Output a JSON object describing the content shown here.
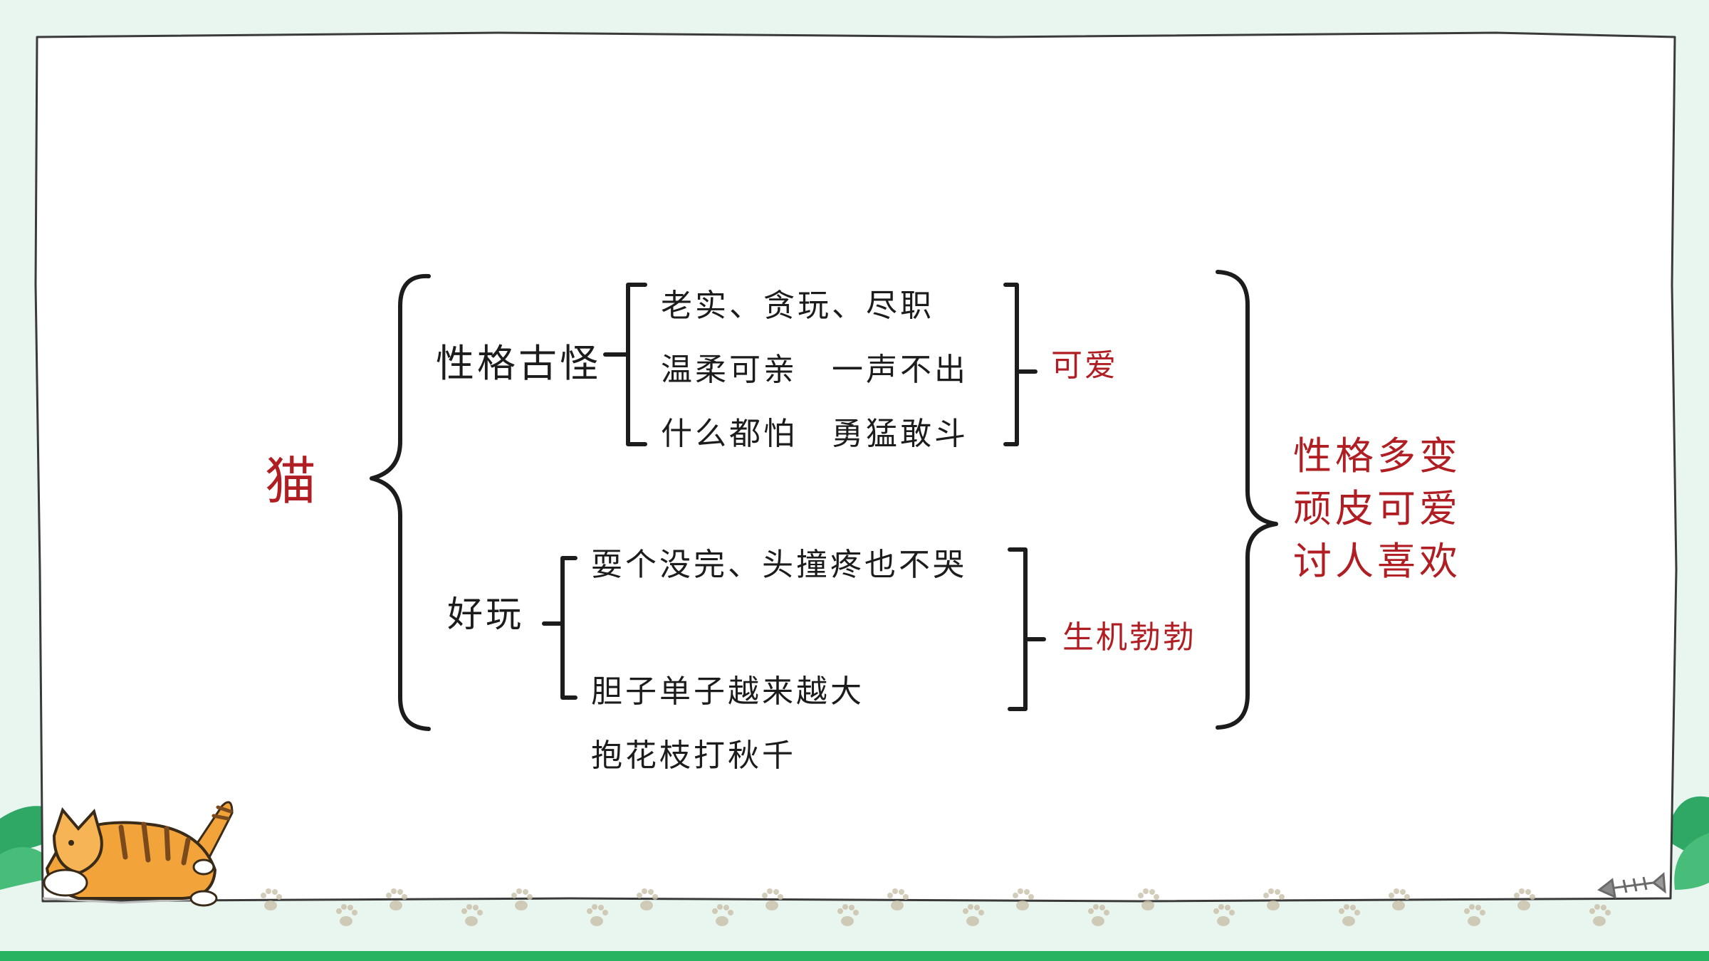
{
  "title": "猫",
  "branches": [
    {
      "label": "性格古怪",
      "items": [
        "老实、贪玩、尽职",
        "温柔可亲　一声不出",
        "什么都怕　勇猛敢斗"
      ],
      "summary": "可爱"
    },
    {
      "label": "好玩",
      "items": [
        "耍个没完、头撞疼也不哭",
        "胆子单子越来越大",
        "抱花枝打秋千"
      ],
      "summary": "生机勃勃"
    }
  ],
  "conclusion": [
    "性格多变",
    "顽皮可爱",
    "讨人喜欢"
  ],
  "colors": {
    "accent_red": "#b01e23",
    "text_dark": "#1c1c1c",
    "background_mint": "#e9f6ef",
    "ground_green": "#27b35f",
    "cat_orange": "#f2a43b"
  },
  "decor": {
    "cat": "running-cat-illustration",
    "fishbone": "fish-bone-icon",
    "pawprints": "paw-print-icon"
  }
}
